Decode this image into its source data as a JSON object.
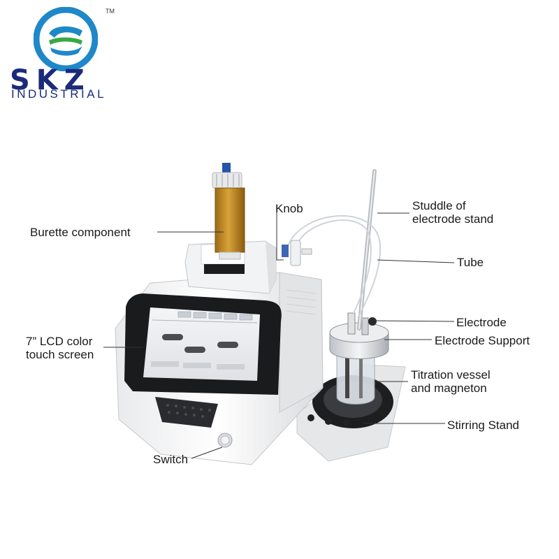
{
  "brand": {
    "name": "SKZ",
    "subtitle": "INDUSTRIAL",
    "trademark": "TM",
    "colors": {
      "navy": "#1b2a7a",
      "blue": "#1e88c9",
      "green": "#3aa845"
    }
  },
  "device_screen": {
    "tabs": [
      "",
      "",
      "",
      "",
      "",
      ""
    ]
  },
  "labels": {
    "burette": "Burette component",
    "knob": "Knob",
    "studdle_line1": "Studdle of",
    "studdle_line2": "electrode stand",
    "tube": "Tube",
    "electrode": "Electrode",
    "electrode_support": "Electrode Support",
    "lcd_line1": "7” LCD color",
    "lcd_line2": "touch screen",
    "vessel_line1": "Titration vessel",
    "vessel_line2": "and magneton",
    "stirring": "Stirring Stand",
    "switch": "Switch"
  }
}
